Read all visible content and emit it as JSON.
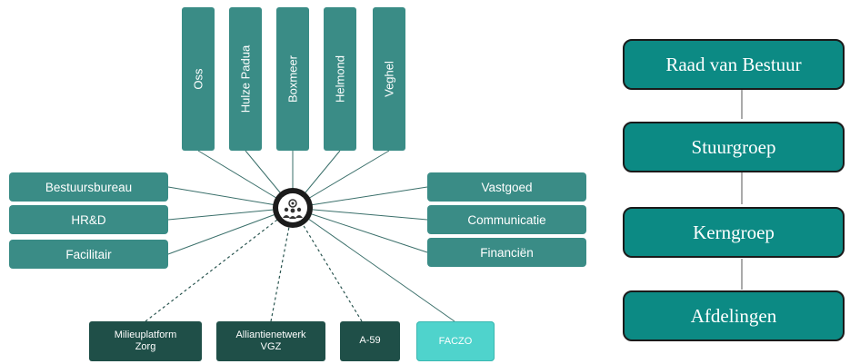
{
  "top_locations": [
    "Oss",
    "Hulze Padua",
    "Boxmeer",
    "Helmond",
    "Veghel"
  ],
  "left_units": [
    "Bestuursbureau",
    "HR&D",
    "Facilitair"
  ],
  "right_units": [
    "Vastgoed",
    "Communicatie",
    "Financiën"
  ],
  "partners": {
    "milieu_line1": "Milieuplatform",
    "milieu_line2": "Zorg",
    "alliantie_line1": "Alliantienetwerk",
    "alliantie_line2": "VGZ",
    "a59": "A-59",
    "faczo": "FACZO"
  },
  "hierarchy": [
    "Raad van Bestuur",
    "Stuurgroep",
    "Kerngroep",
    "Afdelingen"
  ],
  "colors": {
    "teal": "#3a8c86",
    "dark_teal": "#1f4f48",
    "light_teal": "#4fd3cc",
    "org_teal": "#0c8a84"
  },
  "hub_icon": "people-gear-icon"
}
